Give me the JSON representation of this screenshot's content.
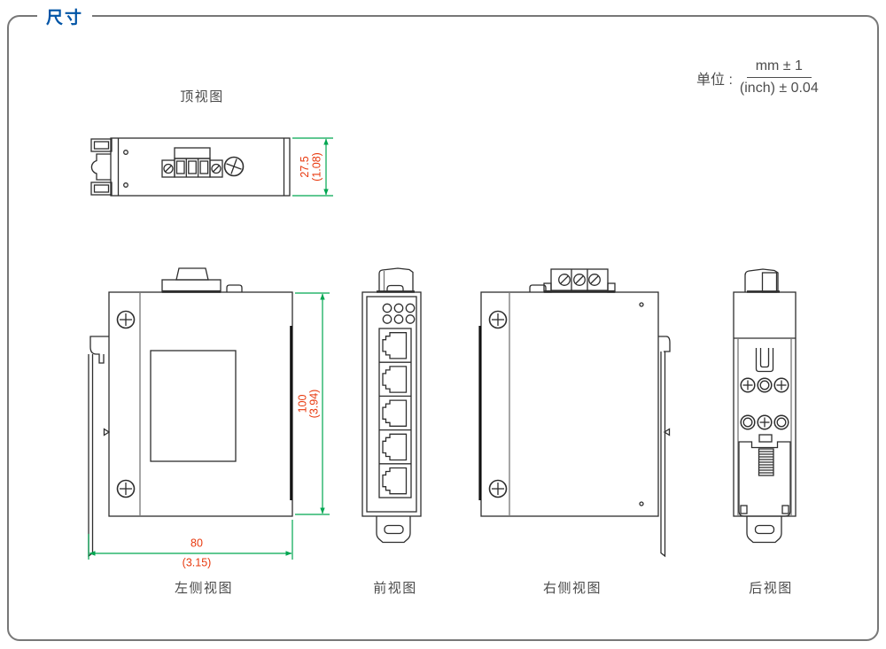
{
  "header": {
    "title": "尺寸"
  },
  "units": {
    "label": "单位 :",
    "numerator": "mm ± 1",
    "denominator": "(inch) ± 0.04"
  },
  "views": {
    "top": {
      "label": "顶视图"
    },
    "left": {
      "label": "左侧视图"
    },
    "front": {
      "label": "前视图"
    },
    "right": {
      "label": "右侧视图"
    },
    "rear": {
      "label": "后视图"
    }
  },
  "dimensions": {
    "depth": {
      "mm": "27.5",
      "inch": "(1.08)"
    },
    "height": {
      "mm": "100",
      "inch": "(3.94)"
    },
    "width": {
      "mm": "80",
      "inch": "(3.15)"
    }
  },
  "colors": {
    "accent_blue": "#0054A6",
    "dimension_line_green": "#00A651",
    "dimension_text_red": "#E8380D",
    "drawing_line": "#2E2E2E",
    "frame_border": "#777777",
    "label_text": "#4A4A4A"
  }
}
